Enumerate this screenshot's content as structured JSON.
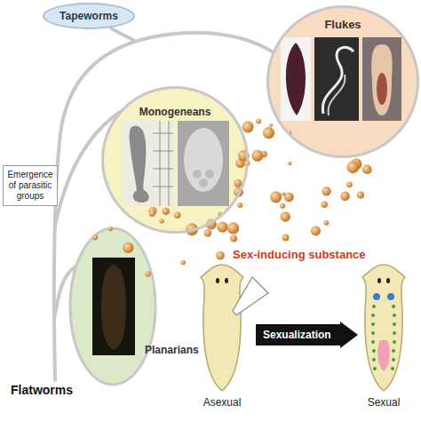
{
  "diagram": {
    "nodes": [
      {
        "text": [
          "Tapeworms"
        ]
      },
      {
        "text": [
          "Flukes"
        ]
      },
      {
        "text": [
          "Monogeneans"
        ]
      },
      {
        "text": [
          "Emergence of parasitic groups"
        ]
      },
      {
        "text": [
          "Sexualization"
        ]
      }
    ],
    "labels": [
      "Flatworms",
      "Sex-inducing substance",
      "Asexual",
      "Sexual",
      "Planarians"
    ]
  }
}
